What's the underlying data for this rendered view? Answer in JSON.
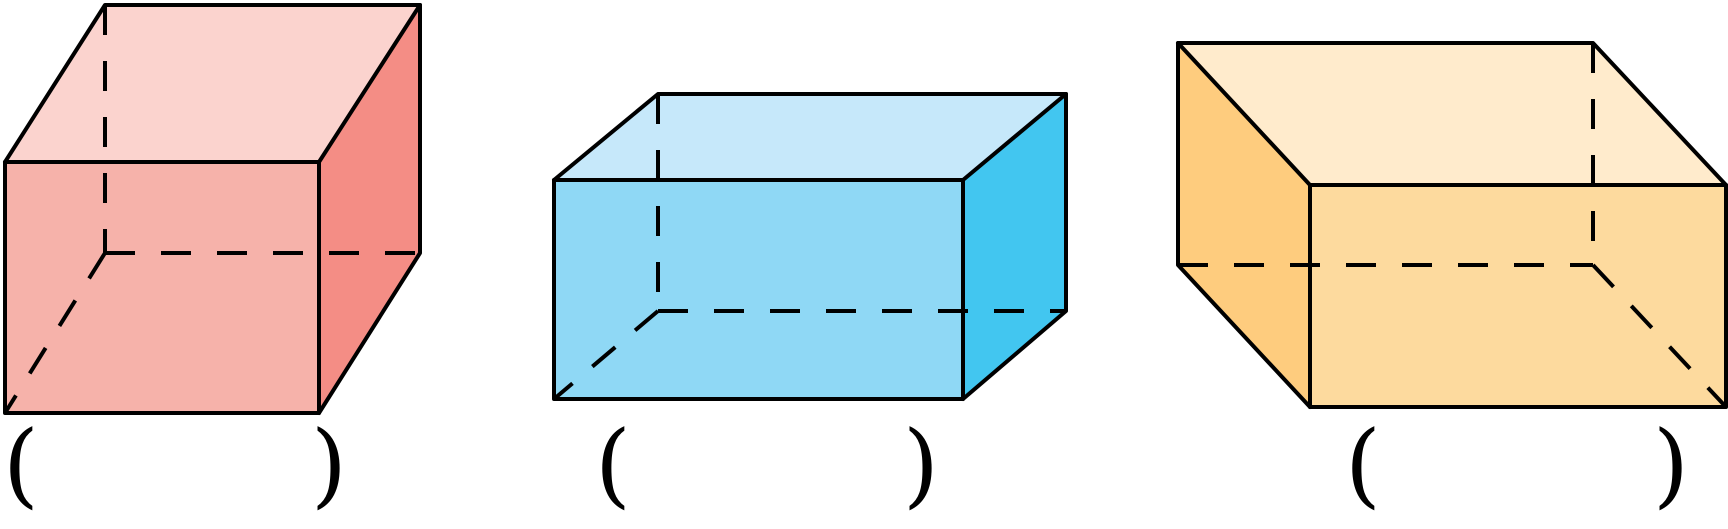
{
  "colors": {
    "cube_top": "#FBD3CE",
    "cube_front": "#F6B2AA",
    "cube_side": "#F48D85",
    "cuboid_top": "#C6E8FA",
    "cuboid_front": "#8FD8F5",
    "cuboid_side": "#42C6F0",
    "open_box_top": "#FFEBCC",
    "open_box_front": "#FDDA9E",
    "open_box_side": "#FECC7E",
    "edge": "#000000"
  },
  "figures": [
    {
      "id": "cube",
      "answer_blank": {
        "open": "(",
        "close": ")",
        "value": ""
      }
    },
    {
      "id": "cuboid",
      "answer_blank": {
        "open": "(",
        "close": ")",
        "value": ""
      }
    },
    {
      "id": "open-box",
      "answer_blank": {
        "open": "(",
        "close": ")",
        "value": ""
      }
    }
  ]
}
